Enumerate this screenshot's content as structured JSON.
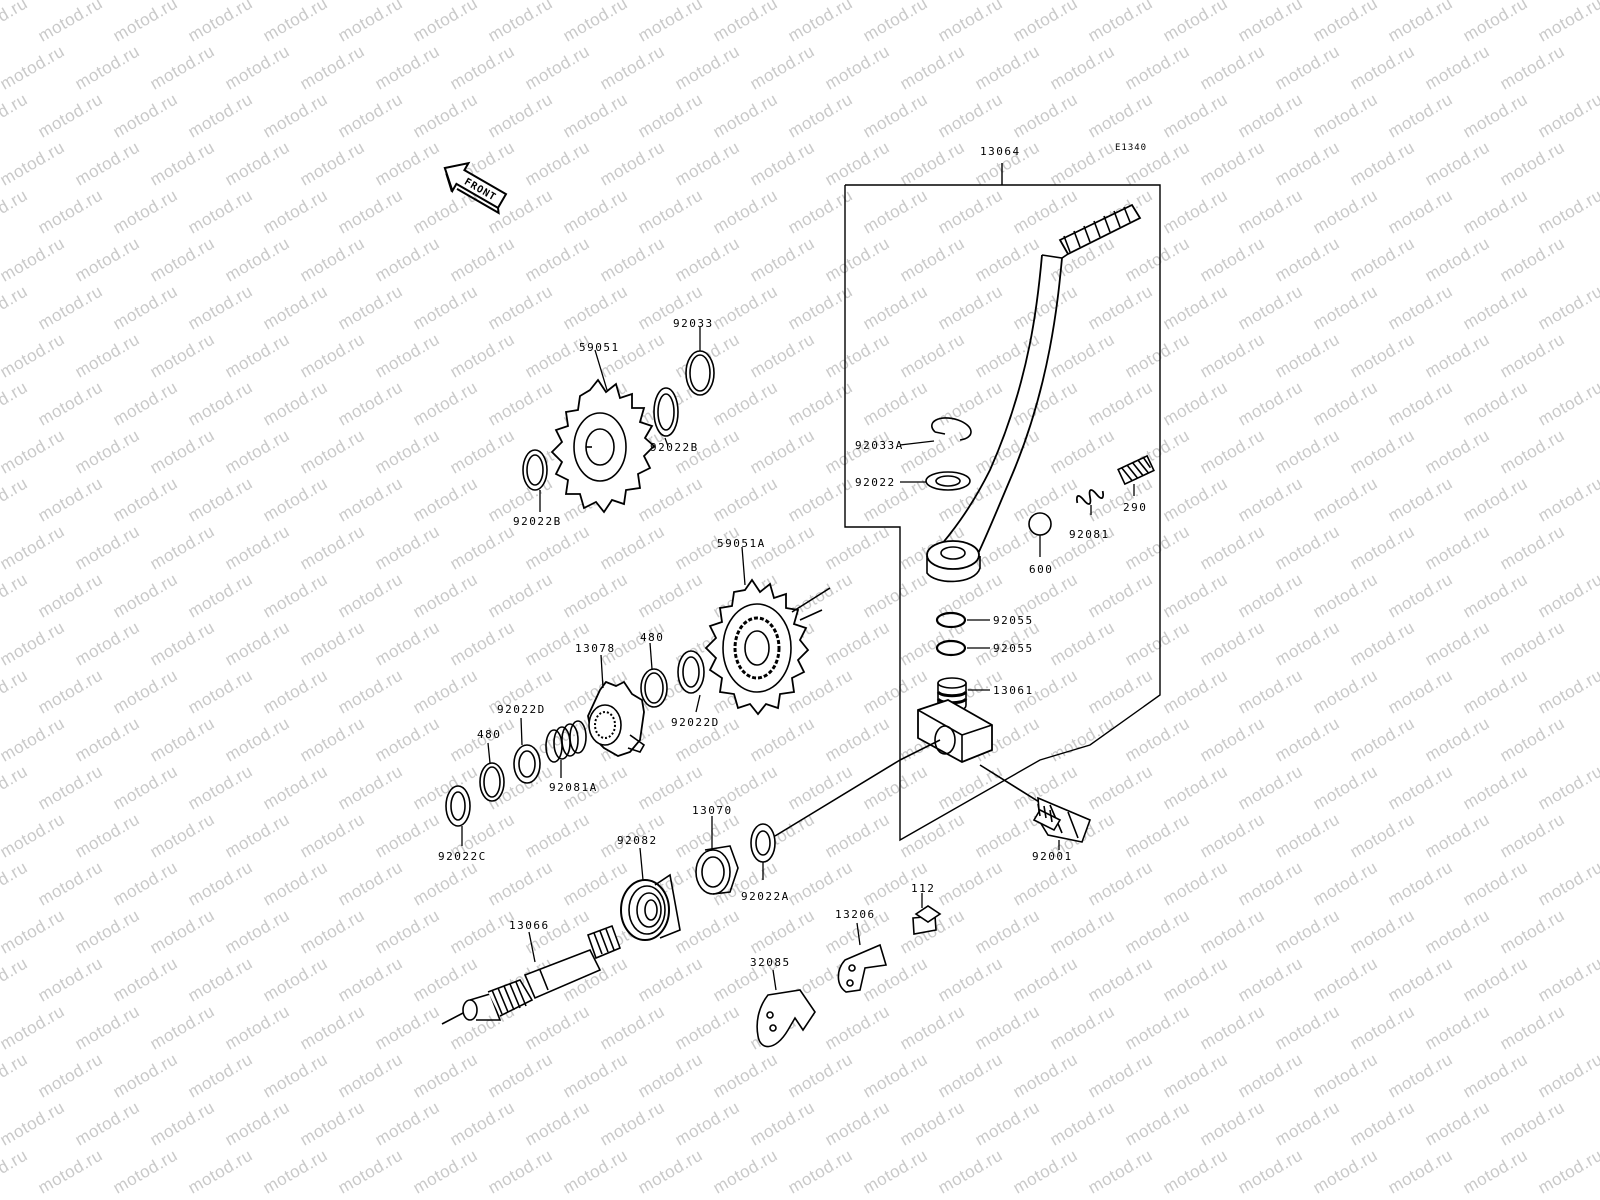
{
  "watermark": "motod.ru",
  "diagram_ref": "E1340",
  "front_label": "FRONT",
  "parts": {
    "p13064": "13064",
    "p59051": "59051",
    "p92033": "92033",
    "p92022B_a": "92022B",
    "p92022B_b": "92022B",
    "p92033A": "92033A",
    "p92022": "92022",
    "p290": "290",
    "p92081": "92081",
    "p600": "600",
    "p59051A": "59051A",
    "p92055_a": "92055",
    "p92055_b": "92055",
    "p13078": "13078",
    "p480_a": "480",
    "p13061": "13061",
    "p92022D_a": "92022D",
    "p480_b": "480",
    "p92022D_b": "92022D",
    "p92081A": "92081A",
    "p92022C": "92022C",
    "p13070": "13070",
    "p92082": "92082",
    "p92001": "92001",
    "p92022A": "92022A",
    "p112": "112",
    "p13066": "13066",
    "p13206": "13206",
    "p32085": "32085"
  }
}
